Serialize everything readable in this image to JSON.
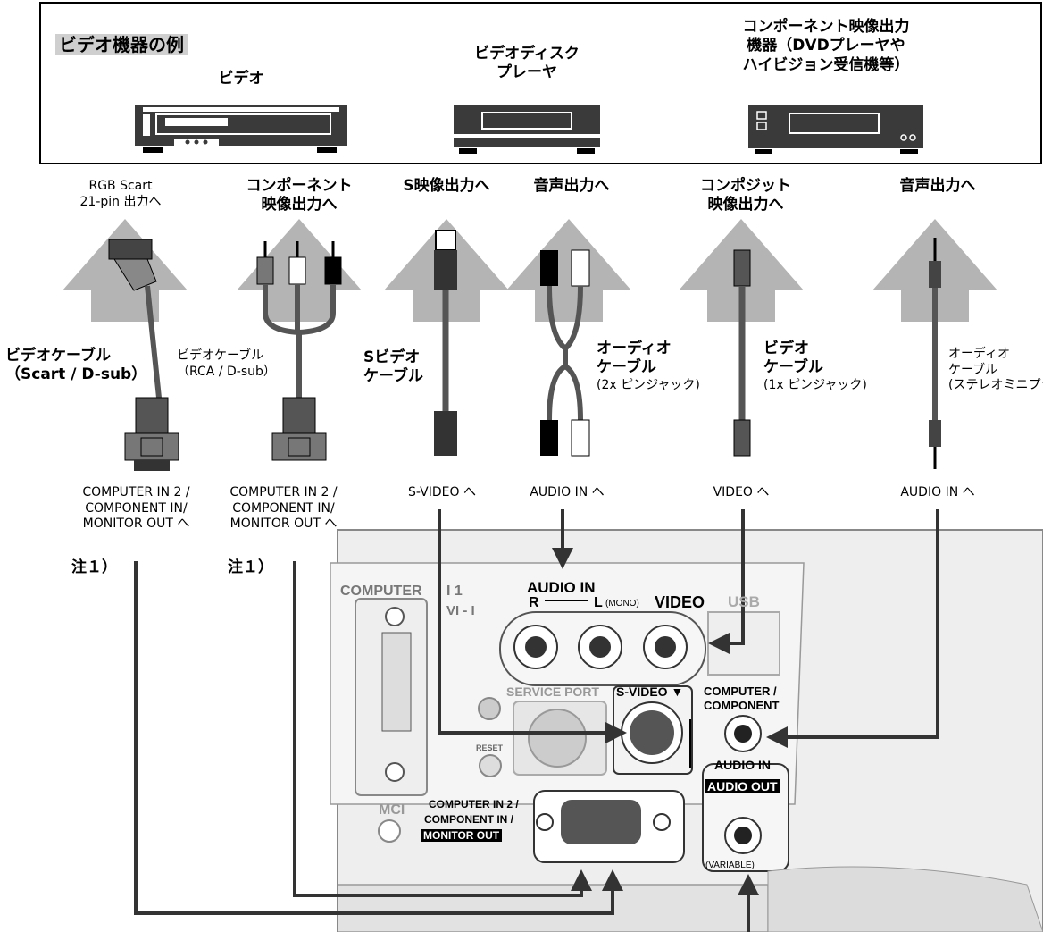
{
  "header": {
    "title": "ビデオ機器の例",
    "devices": [
      {
        "lines": [
          "ビデオ"
        ]
      },
      {
        "lines": [
          "ビデオディスク",
          "プレーヤ"
        ]
      },
      {
        "lines": [
          "コンポーネント映像出力",
          "機器（DVDプレーヤや",
          "ハイビジョン受信機等）"
        ]
      }
    ]
  },
  "sources": [
    {
      "lines": [
        "RGB Scart",
        "21-pin 出力へ"
      ]
    },
    {
      "lines": [
        "コンポーネント",
        "映像出力へ"
      ]
    },
    {
      "lines": [
        "S映像出力へ"
      ]
    },
    {
      "lines": [
        "音声出力へ"
      ]
    },
    {
      "lines": [
        "コンポジット",
        "映像出力へ"
      ]
    },
    {
      "lines": [
        "音声出力へ"
      ]
    }
  ],
  "cables": [
    {
      "lines": [
        "ビデオケーブル",
        "（Scart / D-sub）"
      ]
    },
    {
      "lines": [
        "ビデオケーブル",
        "（RCA / D-sub）"
      ]
    },
    {
      "lines": [
        "Sビデオ",
        "ケーブル"
      ]
    },
    {
      "lines": [
        "オーディオ",
        "ケーブル",
        "(2x ピンジャック)"
      ]
    },
    {
      "lines": [
        "ビデオ",
        "ケーブル",
        "(1x ピンジャック)"
      ]
    },
    {
      "lines": [
        "オーディオ",
        "ケーブル",
        "(ステレオミニプラグ)"
      ]
    }
  ],
  "destinations": [
    {
      "lines": [
        "COMPUTER IN 2 /",
        "COMPONENT  IN/",
        "MONITOR OUT へ"
      ]
    },
    {
      "lines": [
        "COMPUTER IN 2 /",
        "COMPONENT IN/",
        "MONITOR OUT へ"
      ]
    },
    {
      "lines": [
        "S-VIDEO へ"
      ]
    },
    {
      "lines": [
        "AUDIO IN へ"
      ]
    },
    {
      "lines": [
        "VIDEO へ"
      ]
    },
    {
      "lines": [
        "AUDIO IN へ"
      ]
    }
  ],
  "notes": [
    "注１）",
    "注１）"
  ],
  "panel": {
    "computer": "COMPUTER",
    "in1": "I  1",
    "dvi": "VI - I",
    "audio_in": "AUDIO   IN",
    "r": "R",
    "l": "L",
    "mono": "(MONO)",
    "video": "VIDEO",
    "usb": "USB",
    "service_port": "SERVICE PORT",
    "s_video": "S-VIDEO ▼",
    "comp_audio_1": "COMPUTER /",
    "comp_audio_2": "COMPONENT",
    "audio_in2": "AUDIO  IN",
    "audio_out": "AUDIO  OUT",
    "variable": "(VARIABLE)",
    "reset": "RESET",
    "mci": "MCI",
    "cin2_1": "COMPUTER IN 2 /",
    "cin2_2": "COMPONENT IN /",
    "monitor_out": "MONITOR  OUT"
  }
}
